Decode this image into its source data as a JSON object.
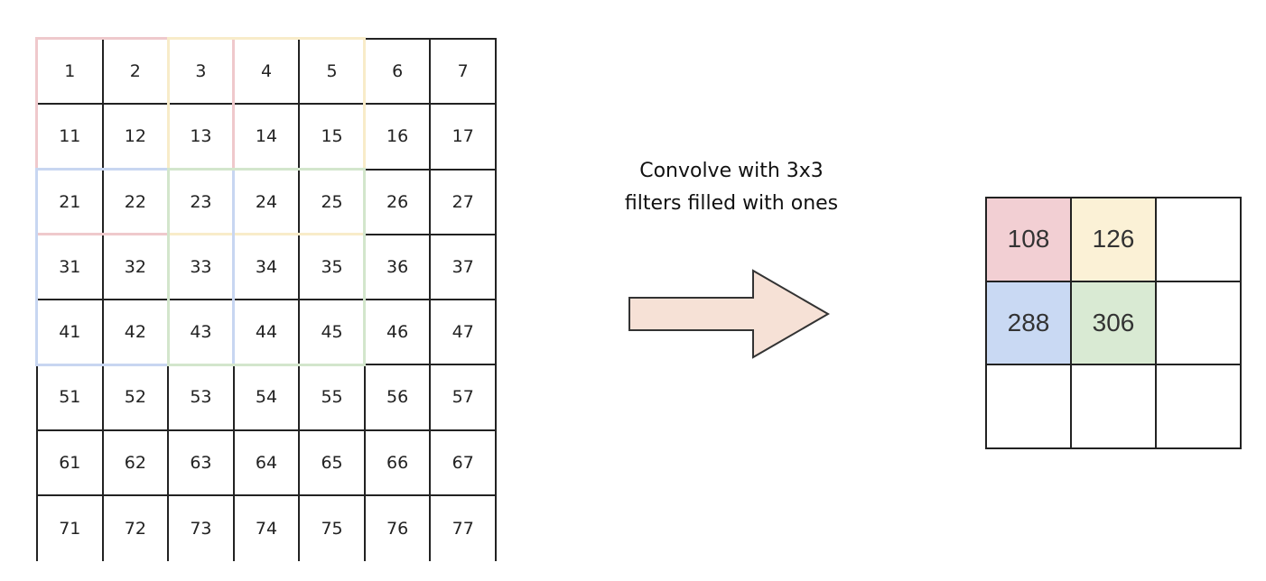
{
  "input_matrix": {
    "rows": [
      [
        "1",
        "2",
        "3",
        "4",
        "5",
        "6",
        "7"
      ],
      [
        "11",
        "12",
        "13",
        "14",
        "15",
        "16",
        "17"
      ],
      [
        "21",
        "22",
        "23",
        "24",
        "25",
        "26",
        "27"
      ],
      [
        "31",
        "32",
        "33",
        "34",
        "35",
        "36",
        "37"
      ],
      [
        "41",
        "42",
        "43",
        "44",
        "45",
        "46",
        "47"
      ],
      [
        "51",
        "52",
        "53",
        "54",
        "55",
        "56",
        "57"
      ],
      [
        "61",
        "62",
        "63",
        "64",
        "65",
        "66",
        "67"
      ],
      [
        "71",
        "72",
        "73",
        "74",
        "75",
        "76",
        "77"
      ]
    ]
  },
  "filters": [
    {
      "color": "#efc9cc",
      "row": 0,
      "col": 0
    },
    {
      "color": "#f8ecc9",
      "row": 0,
      "col": 2
    },
    {
      "color": "#c8d6f1",
      "row": 2,
      "col": 0
    },
    {
      "color": "#d3e6cc",
      "row": 2,
      "col": 2
    }
  ],
  "caption": {
    "line1": "Convolve with 3x3",
    "line2": "filters filled with ones"
  },
  "arrow": {
    "fill": "#f6e1d6",
    "stroke": "#333333"
  },
  "output_matrix": {
    "rows": [
      [
        {
          "text": "108",
          "fill": "#f2cfd3"
        },
        {
          "text": "126",
          "fill": "#fbf1d6"
        },
        {
          "text": "",
          "fill": ""
        }
      ],
      [
        {
          "text": "288",
          "fill": "#c9d9f3"
        },
        {
          "text": "306",
          "fill": "#d9ead3"
        },
        {
          "text": "",
          "fill": ""
        }
      ],
      [
        {
          "text": "",
          "fill": ""
        },
        {
          "text": "",
          "fill": ""
        },
        {
          "text": "",
          "fill": ""
        }
      ]
    ]
  }
}
